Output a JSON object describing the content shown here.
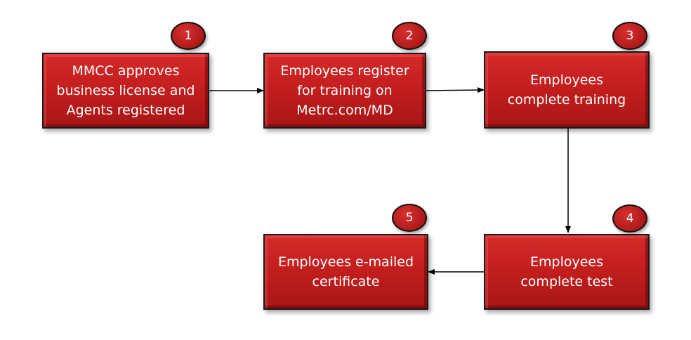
{
  "diagram": {
    "colors": {
      "box_fill": "#c41e1e",
      "box_border": "#1a1a1a",
      "text": "#ffffff",
      "arrow": "#000000"
    },
    "steps": [
      {
        "number": "1",
        "text": "MMCC approves\nbusiness license and\nAgents registered"
      },
      {
        "number": "2",
        "text": "Employees register\nfor training on\nMetrc.com/MD"
      },
      {
        "number": "3",
        "text": "Employees\ncomplete training"
      },
      {
        "number": "4",
        "text": "Employees\ncomplete test"
      },
      {
        "number": "5",
        "text": "Employees e-mailed\ncertificate"
      }
    ],
    "connections": [
      {
        "from": "1",
        "to": "2"
      },
      {
        "from": "2",
        "to": "3"
      },
      {
        "from": "3",
        "to": "4"
      },
      {
        "from": "4",
        "to": "5"
      }
    ]
  }
}
